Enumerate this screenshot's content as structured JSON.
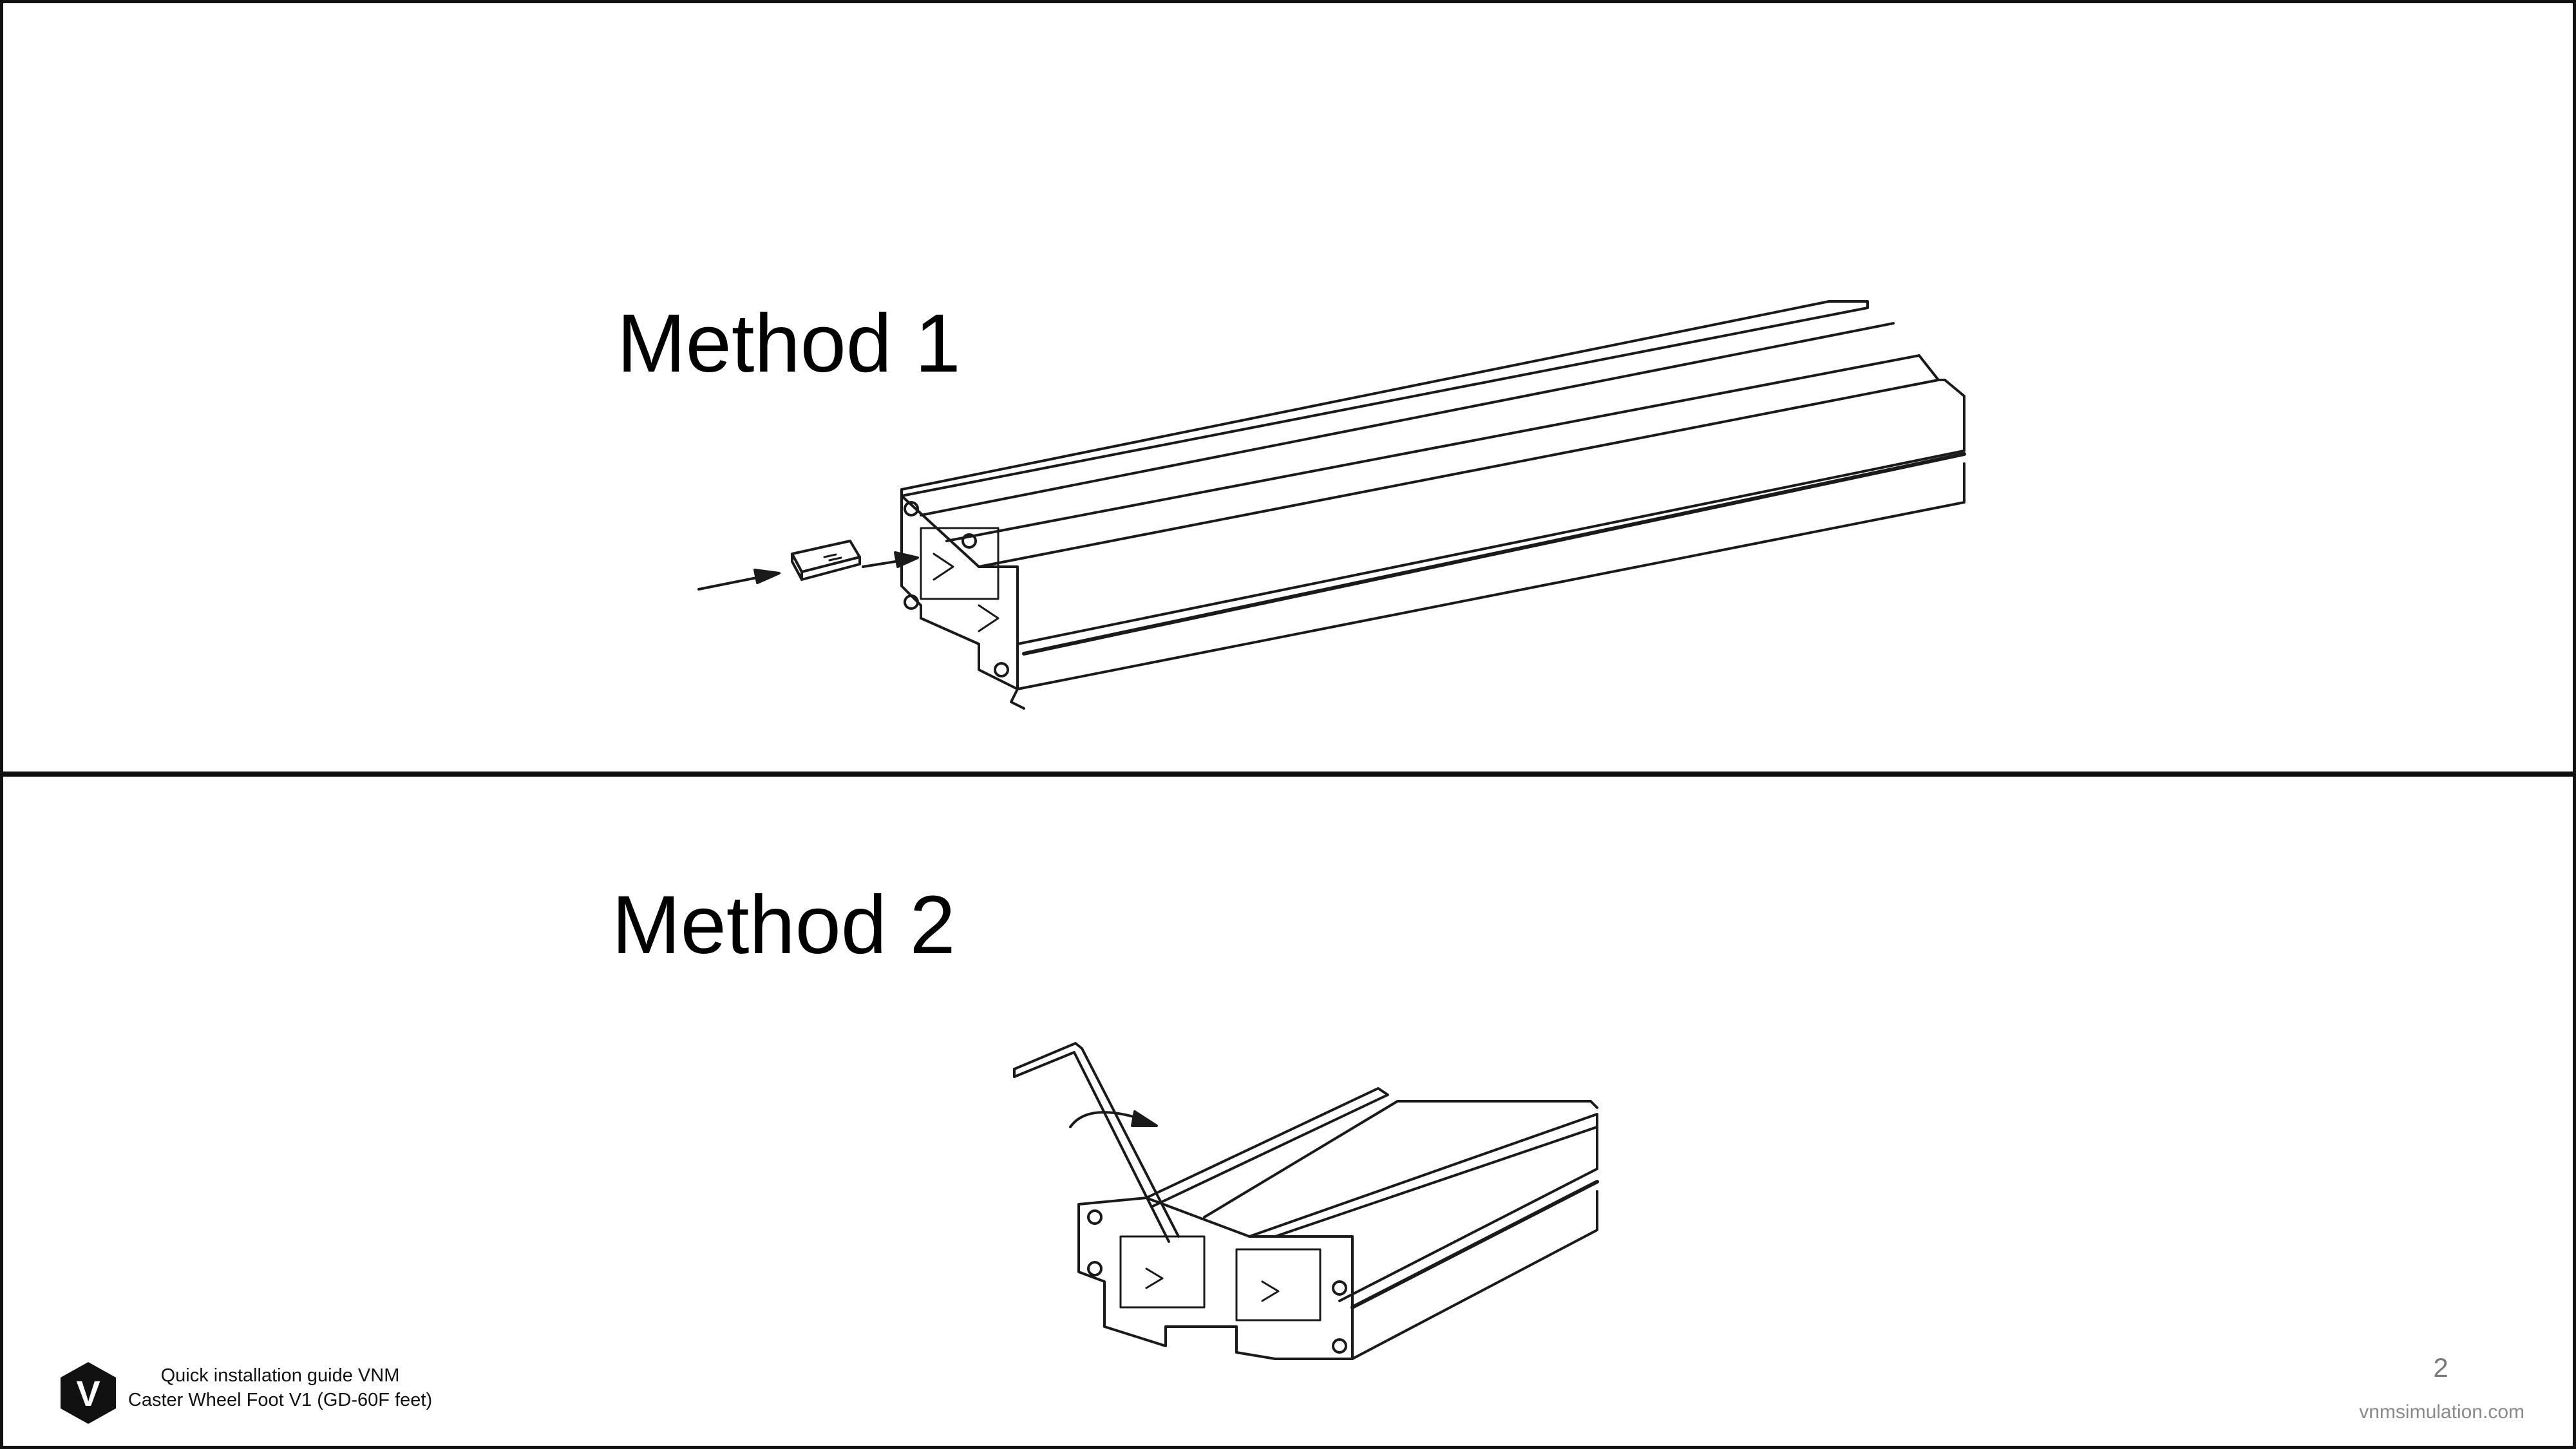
{
  "sections": [
    {
      "heading": "Method 1"
    },
    {
      "heading": "Method 2"
    }
  ],
  "footer": {
    "caption_line1": "Quick installation guide VNM",
    "caption_line2": "Caster Wheel Foot V1 (GD-60F feet)",
    "page_number": "2",
    "website": "vnmsimulation.com",
    "logo_letter": "V"
  },
  "illustrations": [
    {
      "icon": "aluminum-profile-slide-in-nut-drawing"
    },
    {
      "icon": "aluminum-profile-hex-key-drawing"
    }
  ]
}
